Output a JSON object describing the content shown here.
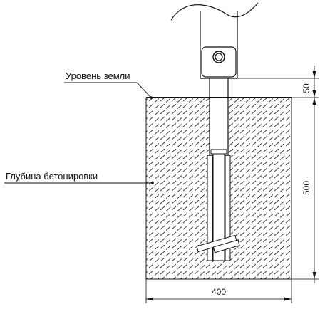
{
  "labels": {
    "ground_level": "Уровень земли",
    "concrete_depth": "Глубина бетонировки"
  },
  "dimensions": {
    "top_offset": "50",
    "depth": "500",
    "width": "400"
  },
  "colors": {
    "line": "#111111",
    "hatch": "#333333",
    "fill": "#ffffff"
  }
}
